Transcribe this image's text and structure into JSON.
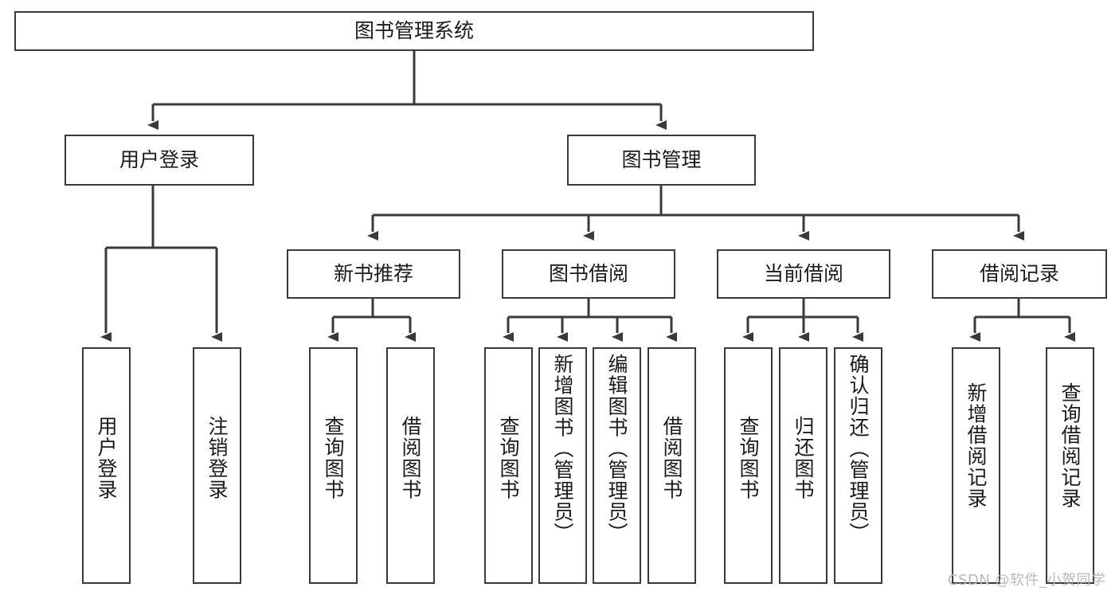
{
  "diagram": {
    "type": "hierarchy-tree",
    "title": "图书管理系统",
    "watermark": "CSDN @软件_小贺同学",
    "colors": {
      "box_border": "#3a3a3a",
      "connector": "#3a3a3a",
      "background": "#ffffff",
      "text": "#1b1b1b",
      "watermark": "#b9b9b9"
    },
    "nodes": {
      "root": {
        "label": "图书管理系统"
      },
      "level2": [
        {
          "label": "用户登录"
        },
        {
          "label": "图书管理"
        }
      ],
      "level3": [
        {
          "label": "新书推荐"
        },
        {
          "label": "图书借阅"
        },
        {
          "label": "当前借阅"
        },
        {
          "label": "借阅记录"
        }
      ],
      "leaves": {
        "user_login": [
          {
            "label": "用户登录"
          },
          {
            "label": "注销登录"
          }
        ],
        "new_book_recommend": [
          {
            "label": "查询图书"
          },
          {
            "label": "借阅图书"
          }
        ],
        "book_borrow": [
          {
            "label": "查询图书"
          },
          {
            "label": "新增图书（管理员）"
          },
          {
            "label": "编辑图书（管理员）"
          },
          {
            "label": "借阅图书"
          }
        ],
        "current_borrow": [
          {
            "label": "查询图书"
          },
          {
            "label": "归还图书"
          },
          {
            "label": "确认归还（管理员）"
          }
        ],
        "borrow_record": [
          {
            "label": "新增借阅记录"
          },
          {
            "label": "查询借阅记录"
          }
        ]
      }
    }
  }
}
